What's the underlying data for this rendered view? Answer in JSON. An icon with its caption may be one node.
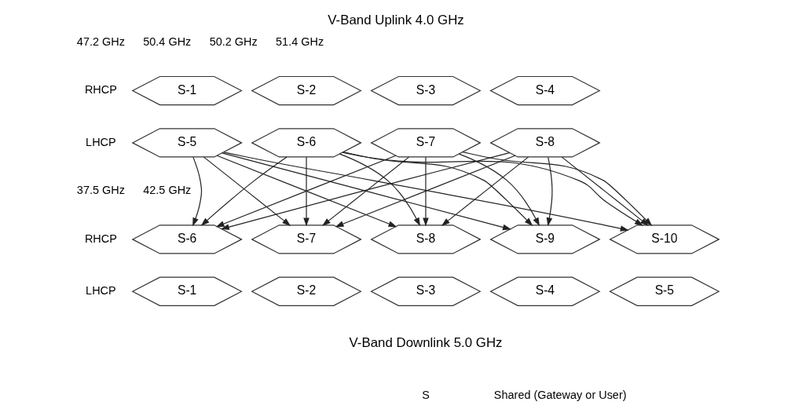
{
  "diagram": {
    "title": "V-Band Uplink 4.0 GHz",
    "caption": "V-Band Downlink 5.0 GHz",
    "nodes": [
      {
        "text": [
          "S-1"
        ]
      },
      {
        "text": [
          "S-2"
        ]
      },
      {
        "text": [
          "S-3"
        ]
      },
      {
        "text": [
          "S-4"
        ]
      },
      {
        "text": [
          "S-5"
        ]
      },
      {
        "text": [
          "S-6"
        ]
      },
      {
        "text": [
          "S-7"
        ]
      },
      {
        "text": [
          "S-8"
        ]
      },
      {
        "text": [
          "S-6"
        ]
      },
      {
        "text": [
          "S-7"
        ]
      },
      {
        "text": [
          "S-8"
        ]
      },
      {
        "text": [
          "S-9"
        ]
      },
      {
        "text": [
          "S-10"
        ]
      },
      {
        "text": [
          "S-1"
        ]
      },
      {
        "text": [
          "S-2"
        ]
      },
      {
        "text": [
          "S-3"
        ]
      },
      {
        "text": [
          "S-4"
        ]
      },
      {
        "text": [
          "S-5"
        ]
      }
    ],
    "edges": [
      {
        "from": 4,
        "to": 8,
        "arrow": "to"
      },
      {
        "from": 4,
        "to": 9,
        "arrow": "to"
      },
      {
        "from": 4,
        "to": 10,
        "arrow": "to"
      },
      {
        "from": 4,
        "to": 11,
        "arrow": "to"
      },
      {
        "from": 4,
        "to": 12,
        "arrow": "to"
      },
      {
        "from": 5,
        "to": 8,
        "arrow": "to"
      },
      {
        "from": 5,
        "to": 9,
        "arrow": "to"
      },
      {
        "from": 5,
        "to": 10,
        "arrow": "to"
      },
      {
        "from": 5,
        "to": 11,
        "arrow": "to"
      },
      {
        "from": 5,
        "to": 12,
        "arrow": "to"
      },
      {
        "from": 6,
        "to": 8,
        "arrow": "to"
      },
      {
        "from": 6,
        "to": 9,
        "arrow": "to"
      },
      {
        "from": 6,
        "to": 10,
        "arrow": "to"
      },
      {
        "from": 6,
        "to": 11,
        "arrow": "to"
      },
      {
        "from": 6,
        "to": 12,
        "arrow": "to"
      },
      {
        "from": 7,
        "to": 8,
        "arrow": "to"
      },
      {
        "from": 7,
        "to": 9,
        "arrow": "to"
      },
      {
        "from": 7,
        "to": 10,
        "arrow": "to"
      },
      {
        "from": 7,
        "to": 11,
        "arrow": "to"
      },
      {
        "from": 7,
        "to": 12,
        "arrow": "to"
      }
    ],
    "labels": [
      "47.2 GHz",
      "50.4 GHz",
      "50.2 GHz",
      "51.4 GHz",
      "RHCP",
      "LHCP",
      "37.5 GHz",
      "42.5 GHz",
      "RHCP",
      "LHCP",
      "S",
      "Shared (Gateway or User)"
    ]
  }
}
